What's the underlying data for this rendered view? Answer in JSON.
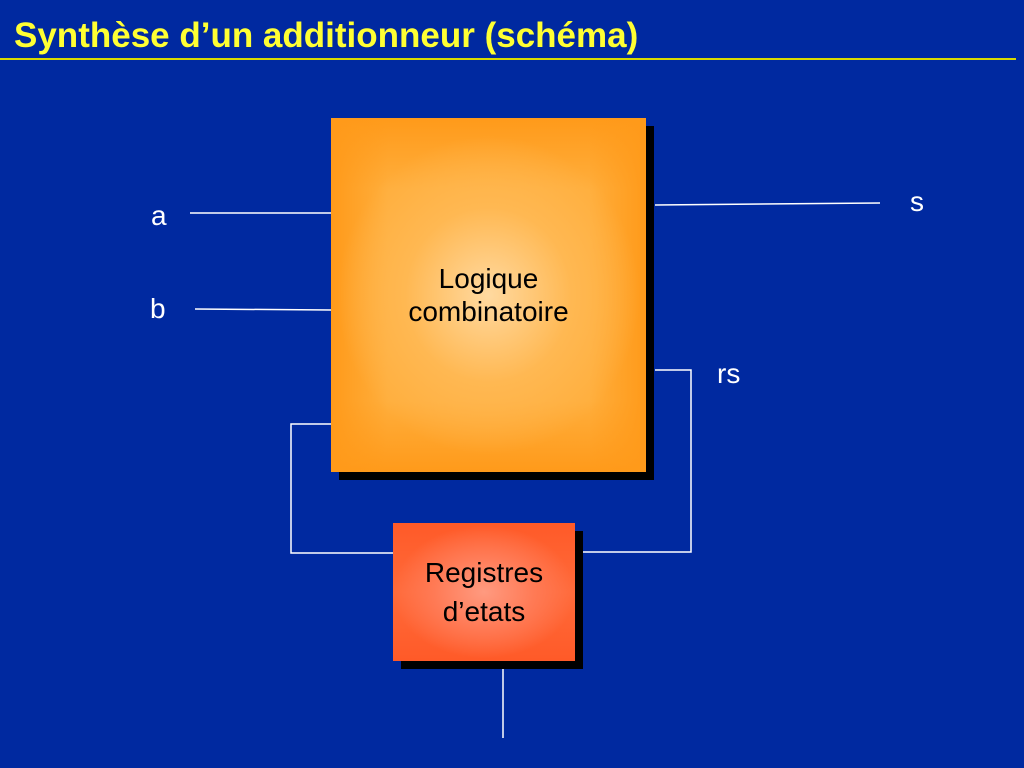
{
  "slide": {
    "title": "Synthèse d’un additionneur (schéma)"
  },
  "diagram": {
    "inputs": {
      "a": "a",
      "b": "b"
    },
    "outputs": {
      "s": "s",
      "rs": "rs"
    },
    "logic_block": {
      "line1": "Logique",
      "line2": "combinatoire"
    },
    "register_block": {
      "line1": "Registres",
      "line2": "d’etats"
    }
  },
  "colors": {
    "background": "#0029a0",
    "title": "#ffff33",
    "logic_block": "#ffae3c",
    "register_block": "#ff6a3a",
    "wires": "#ffffff"
  }
}
